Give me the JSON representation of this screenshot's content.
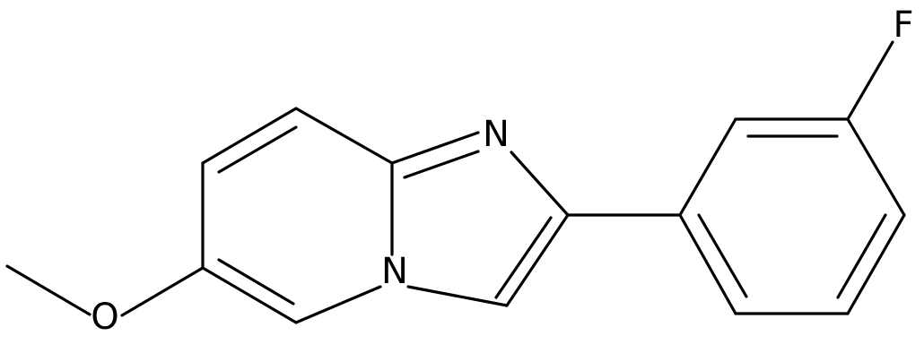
{
  "molecule": {
    "atoms": {
      "N1": "N",
      "N4": "N",
      "O": "O",
      "F": "F"
    }
  },
  "colors": {
    "background": "#ffffff",
    "ink": "#000000"
  }
}
